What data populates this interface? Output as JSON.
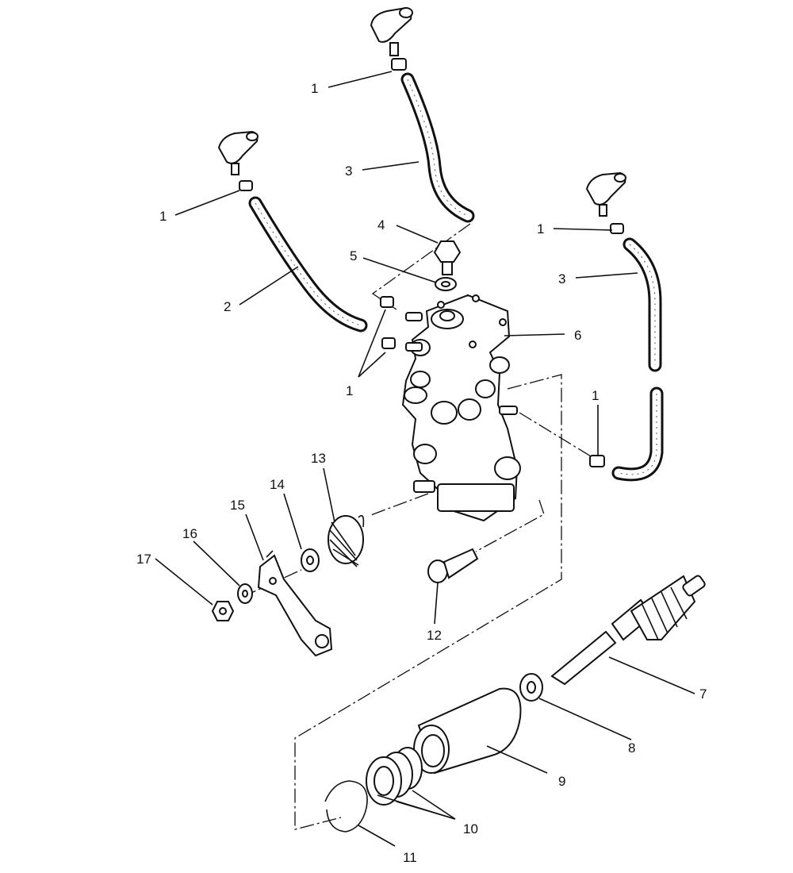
{
  "callouts": {
    "c1a": "1",
    "c1b": "1",
    "c1c": "1",
    "c1d": "1",
    "c1e": "1",
    "c2": "2",
    "c3a": "3",
    "c3b": "3",
    "c4": "4",
    "c5": "5",
    "c6": "6",
    "c7": "7",
    "c8": "8",
    "c9": "9",
    "c10": "10",
    "c11": "11",
    "c12": "12",
    "c13": "13",
    "c14": "14",
    "c15": "15",
    "c16": "16",
    "c17": "17"
  },
  "icons": {
    "fitting": "carburetor-fitting-icon",
    "clamp": "hose-clamp-icon",
    "pump": "oil-pump-body-icon",
    "gear": "drive-gear-shaft-icon"
  },
  "colors": {
    "ink": "#111111",
    "paper": "#ffffff"
  }
}
